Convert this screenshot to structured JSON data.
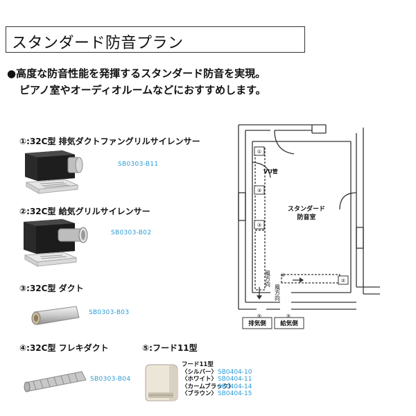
{
  "title": "スタンダード防音プラン",
  "intro": {
    "line1": "●高度な防音性能を発揮するスタンダード防音を実現。",
    "line2": "ピアノ室やオーディオルームなどにおすすめします。"
  },
  "items": [
    {
      "label": "①:32C型 排気ダクトファングリルサイレンサー",
      "code": "SB0303-B11"
    },
    {
      "label": "②:32C型 給気グリルサイレンサー",
      "code": "SB0303-B02"
    },
    {
      "label": "③:32C型 ダクト",
      "code": "SB0303-B03"
    },
    {
      "label": "④:32C型 フレキダクト",
      "code": "SB0303-B04"
    },
    {
      "label": "⑤:フード11型",
      "code": ""
    }
  ],
  "hood": {
    "header": "フード11型",
    "variants": [
      {
        "name": "〈シルバー〉",
        "code": "SB0404-10"
      },
      {
        "name": "〈ホワイト〉",
        "code": "SB0404-11"
      },
      {
        "name": "〈カームブラック〉",
        "code": "SB0404-14"
      },
      {
        "name": "〈ブラウン〉",
        "code": "SB0404-15"
      }
    ]
  },
  "plan": {
    "room_label_1": "スタンダード",
    "room_label_2": "防音室",
    "vu_label": "VU管",
    "wind_label_a": "風方向",
    "wind_label_b": "風方向",
    "exhaust_label": "排気側",
    "supply_label": "給気側",
    "markers": [
      "①",
      "③",
      "③",
      "④",
      "②",
      "⑤",
      "⑤"
    ]
  },
  "colors": {
    "accent": "#2a9ad6",
    "line": "#333333"
  }
}
